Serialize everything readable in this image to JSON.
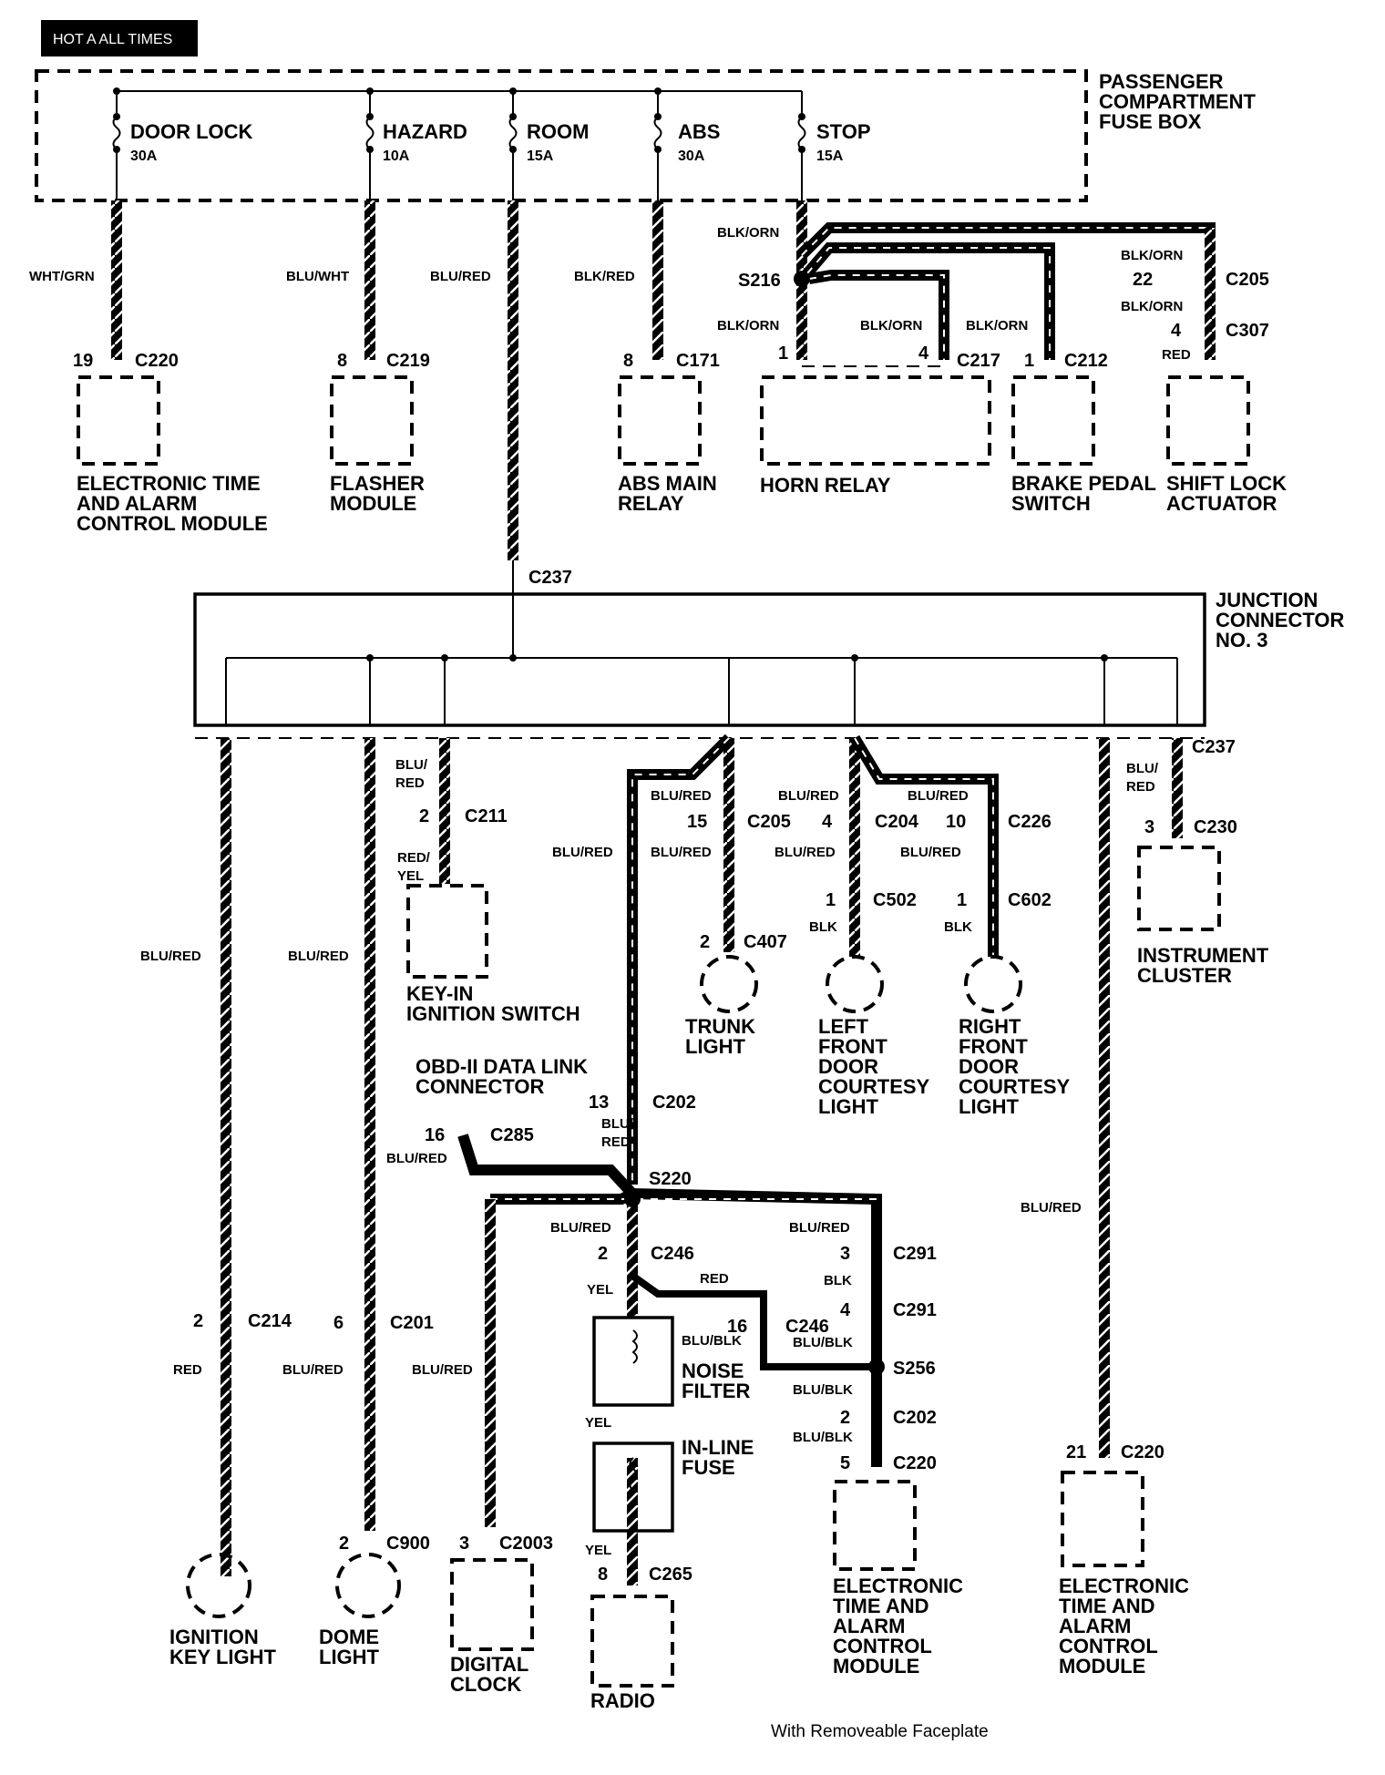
{
  "header": {
    "badge": "HOT A   ALL TIMES"
  },
  "fuse_box": {
    "line1": "PASSENGER",
    "line2": "COMPARTMENT",
    "line3": "FUSE BOX"
  },
  "fuses": [
    {
      "name": "DOOR LOCK",
      "rating": "30A"
    },
    {
      "name": "HAZARD",
      "rating": "10A"
    },
    {
      "name": "ROOM",
      "rating": "15A"
    },
    {
      "name": "ABS",
      "rating": "30A"
    },
    {
      "name": "STOP",
      "rating": "15A"
    }
  ],
  "wires": {
    "wht_grn": "WHT/GRN",
    "blu_wht": "BLU/WHT",
    "blu_red": "BLU/RED",
    "blk_red": "BLK/RED",
    "blk_orn": "BLK/ORN",
    "red": "RED",
    "red_yel_1": "RED/",
    "red_yel_2": "YEL",
    "blu_red_1": "BLU/",
    "blu_red_2": "RED",
    "blk": "BLK",
    "yel": "YEL",
    "blu_blk": "BLU/BLK"
  },
  "pins": {
    "p19": "19",
    "p8": "8",
    "p1": "1",
    "p4": "4",
    "p22": "22",
    "p2": "2",
    "p3": "3",
    "p15": "15",
    "p10": "10",
    "p13": "13",
    "p16": "16",
    "p6": "6",
    "p5": "5",
    "p21": "21"
  },
  "connectors": {
    "C220": "C220",
    "C219": "C219",
    "C171": "C171",
    "C217": "C217",
    "C212": "C212",
    "C205": "C205",
    "C307": "C307",
    "C237": "C237",
    "C211": "C211",
    "C204": "C204",
    "C226": "C226",
    "C230": "C230",
    "C502": "C502",
    "C602": "C602",
    "C407": "C407",
    "C202": "C202",
    "C285": "C285",
    "C246": "C246",
    "C291": "C291",
    "C214": "C214",
    "C201": "C201",
    "C900": "C900",
    "C2003": "C2003",
    "C265": "C265"
  },
  "splices": {
    "S216": "S216",
    "S220": "S220",
    "S256": "S256"
  },
  "components": {
    "etacm_top": [
      "ELECTRONIC TIME",
      "AND ALARM",
      "CONTROL MODULE"
    ],
    "flasher": [
      "FLASHER",
      "MODULE"
    ],
    "abs_relay": [
      "ABS MAIN",
      "RELAY"
    ],
    "horn_relay": [
      "HORN RELAY"
    ],
    "brake_switch": [
      "BRAKE PEDAL",
      "SWITCH"
    ],
    "shift_lock": [
      "SHIFT LOCK",
      "ACTUATOR"
    ],
    "junction": [
      "JUNCTION",
      "CONNECTOR",
      "NO. 3"
    ],
    "key_in": [
      "KEY-IN",
      "IGNITION SWITCH"
    ],
    "instrument": [
      "INSTRUMENT",
      "CLUSTER"
    ],
    "trunk": [
      "TRUNK",
      "LIGHT"
    ],
    "lf_door": [
      "LEFT",
      "FRONT",
      "DOOR",
      "COURTESY",
      "LIGHT"
    ],
    "rf_door": [
      "RIGHT",
      "FRONT",
      "DOOR",
      "COURTESY",
      "LIGHT"
    ],
    "obd": [
      "OBD-II DATA LINK",
      "CONNECTOR"
    ],
    "noise_filter": [
      "NOISE",
      "FILTER"
    ],
    "inline_fuse": [
      "IN-LINE",
      "FUSE"
    ],
    "ign_key_light": [
      "IGNITION",
      "KEY LIGHT"
    ],
    "dome_light": [
      "DOME",
      "LIGHT"
    ],
    "digital_clock": [
      "DIGITAL",
      "CLOCK"
    ],
    "radio": [
      "RADIO"
    ],
    "etacm_bottom_a": [
      "ELECTRONIC",
      "TIME AND",
      "ALARM",
      "CONTROL",
      "MODULE"
    ],
    "etacm_bottom_b": [
      "ELECTRONIC",
      "TIME AND",
      "ALARM",
      "CONTROL",
      "MODULE"
    ]
  },
  "footnote": "With Removeable Faceplate"
}
